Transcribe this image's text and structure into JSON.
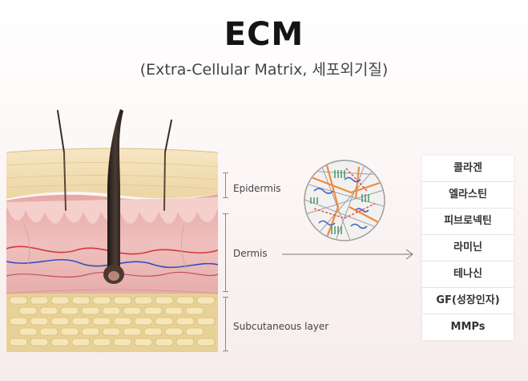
{
  "header": {
    "title": "ECM",
    "subtitle": "(Extra-Cellular Matrix, 세포외기질)"
  },
  "layers": {
    "epidermis": "Epidermis",
    "dermis": "Dermis",
    "subcutaneous": "Subcutaneous layer"
  },
  "ecm_components": [
    "콜라겐",
    "엘라스틴",
    "피브로넥틴",
    "라미닌",
    "테나신",
    "GF(성장인자)",
    "MMPs"
  ],
  "colors": {
    "epidermis": "#f1dcae",
    "dermis": "#eab2b0",
    "subcutaneous": "#ead59a",
    "hair": "#2a2320",
    "fiber_orange": "#f08a3c",
    "fiber_blue": "#4b6bc4",
    "fiber_green": "#4e9a6e"
  },
  "icons": {
    "hair": "hair-strand-icon",
    "matrix": "ecm-matrix-icon",
    "arrow": "arrow-right-icon"
  }
}
